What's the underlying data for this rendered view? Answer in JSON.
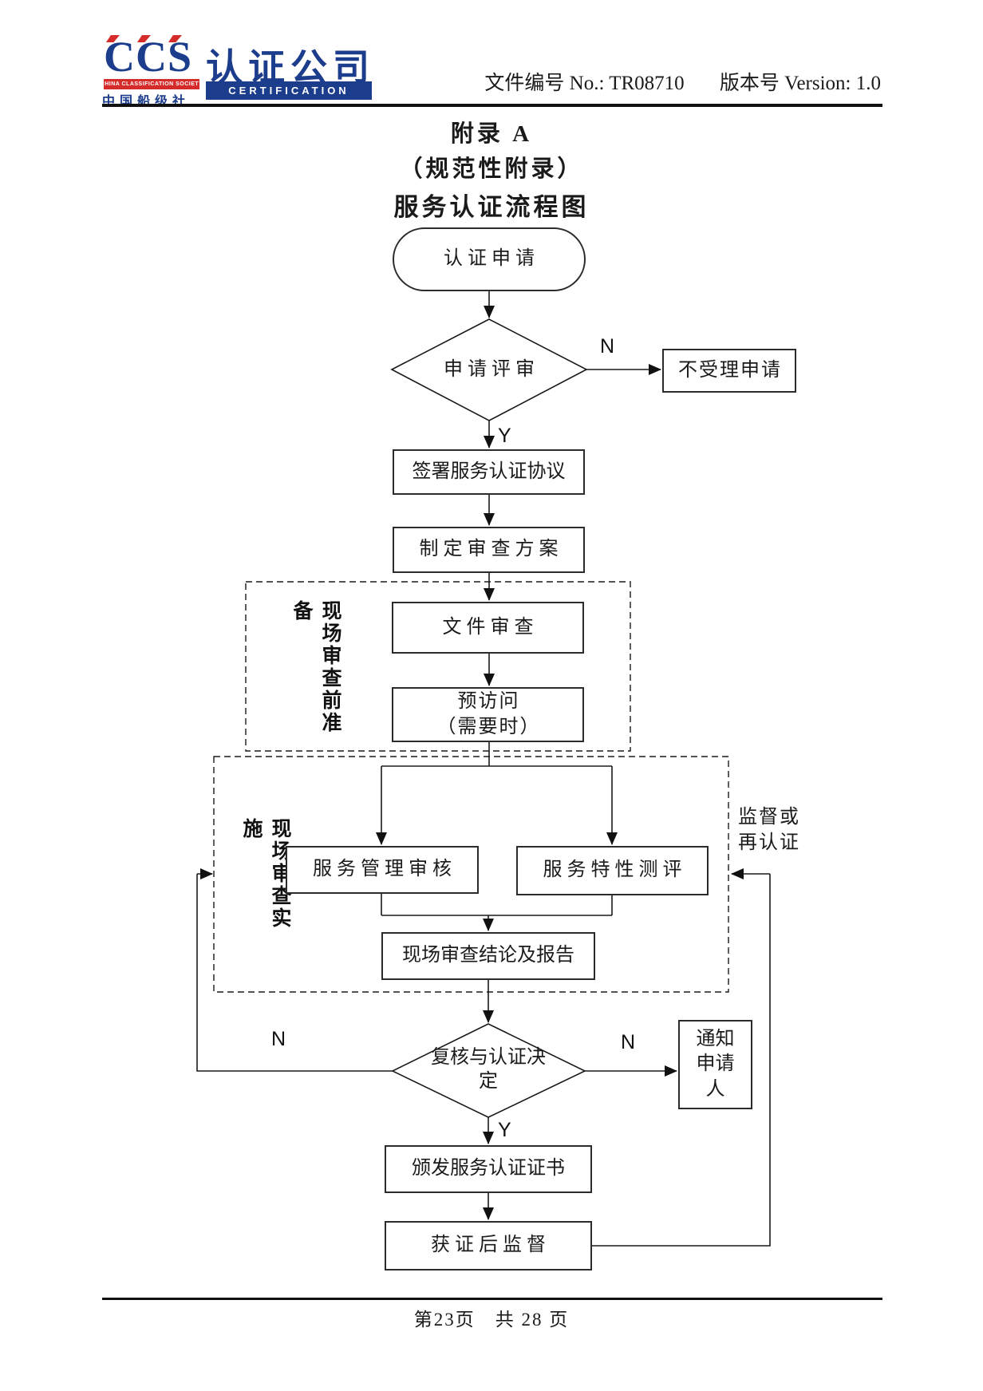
{
  "header": {
    "ccs": "CCS",
    "company_cn": "认证公司",
    "company_en": "CERTIFICATION",
    "society_en": "CHINA CLASSIFICATION SOCIETY",
    "society_cn": "中国船级社",
    "doc_no": "文件编号 No.: TR08710",
    "version": "版本号 Version: 1.0"
  },
  "title": {
    "line1": "附录 A",
    "line2": "（规范性附录）",
    "line3": "服务认证流程图"
  },
  "flow": {
    "start": "认证申请",
    "review": "申请评审",
    "reject": "不受理申请",
    "sign": "签署服务认证协议",
    "plan": "制定审查方案",
    "stage1_label": "现场审查前准备",
    "doc_review": "文件审查",
    "previsit_line1": "预访问",
    "previsit_line2": "（需要时）",
    "stage2_label": "现场审查实施",
    "mgmt_audit": "服务管理审核",
    "char_eval": "服务特性测评",
    "conclusion": "现场审查结论及报告",
    "decision": "复核与认证决定",
    "notify": "通知申请人",
    "issue": "颁发服务认证证书",
    "post_cert": "获证后监督",
    "supervision_line1": "监督或",
    "supervision_line2": "再认证",
    "label_yes": "Y",
    "label_no": "N"
  },
  "footer": {
    "page_info": "第23页　共 28 页"
  },
  "colors": {
    "navy": "#1c3c8c",
    "red": "#d62b2b",
    "line": "#1a1a1a"
  }
}
